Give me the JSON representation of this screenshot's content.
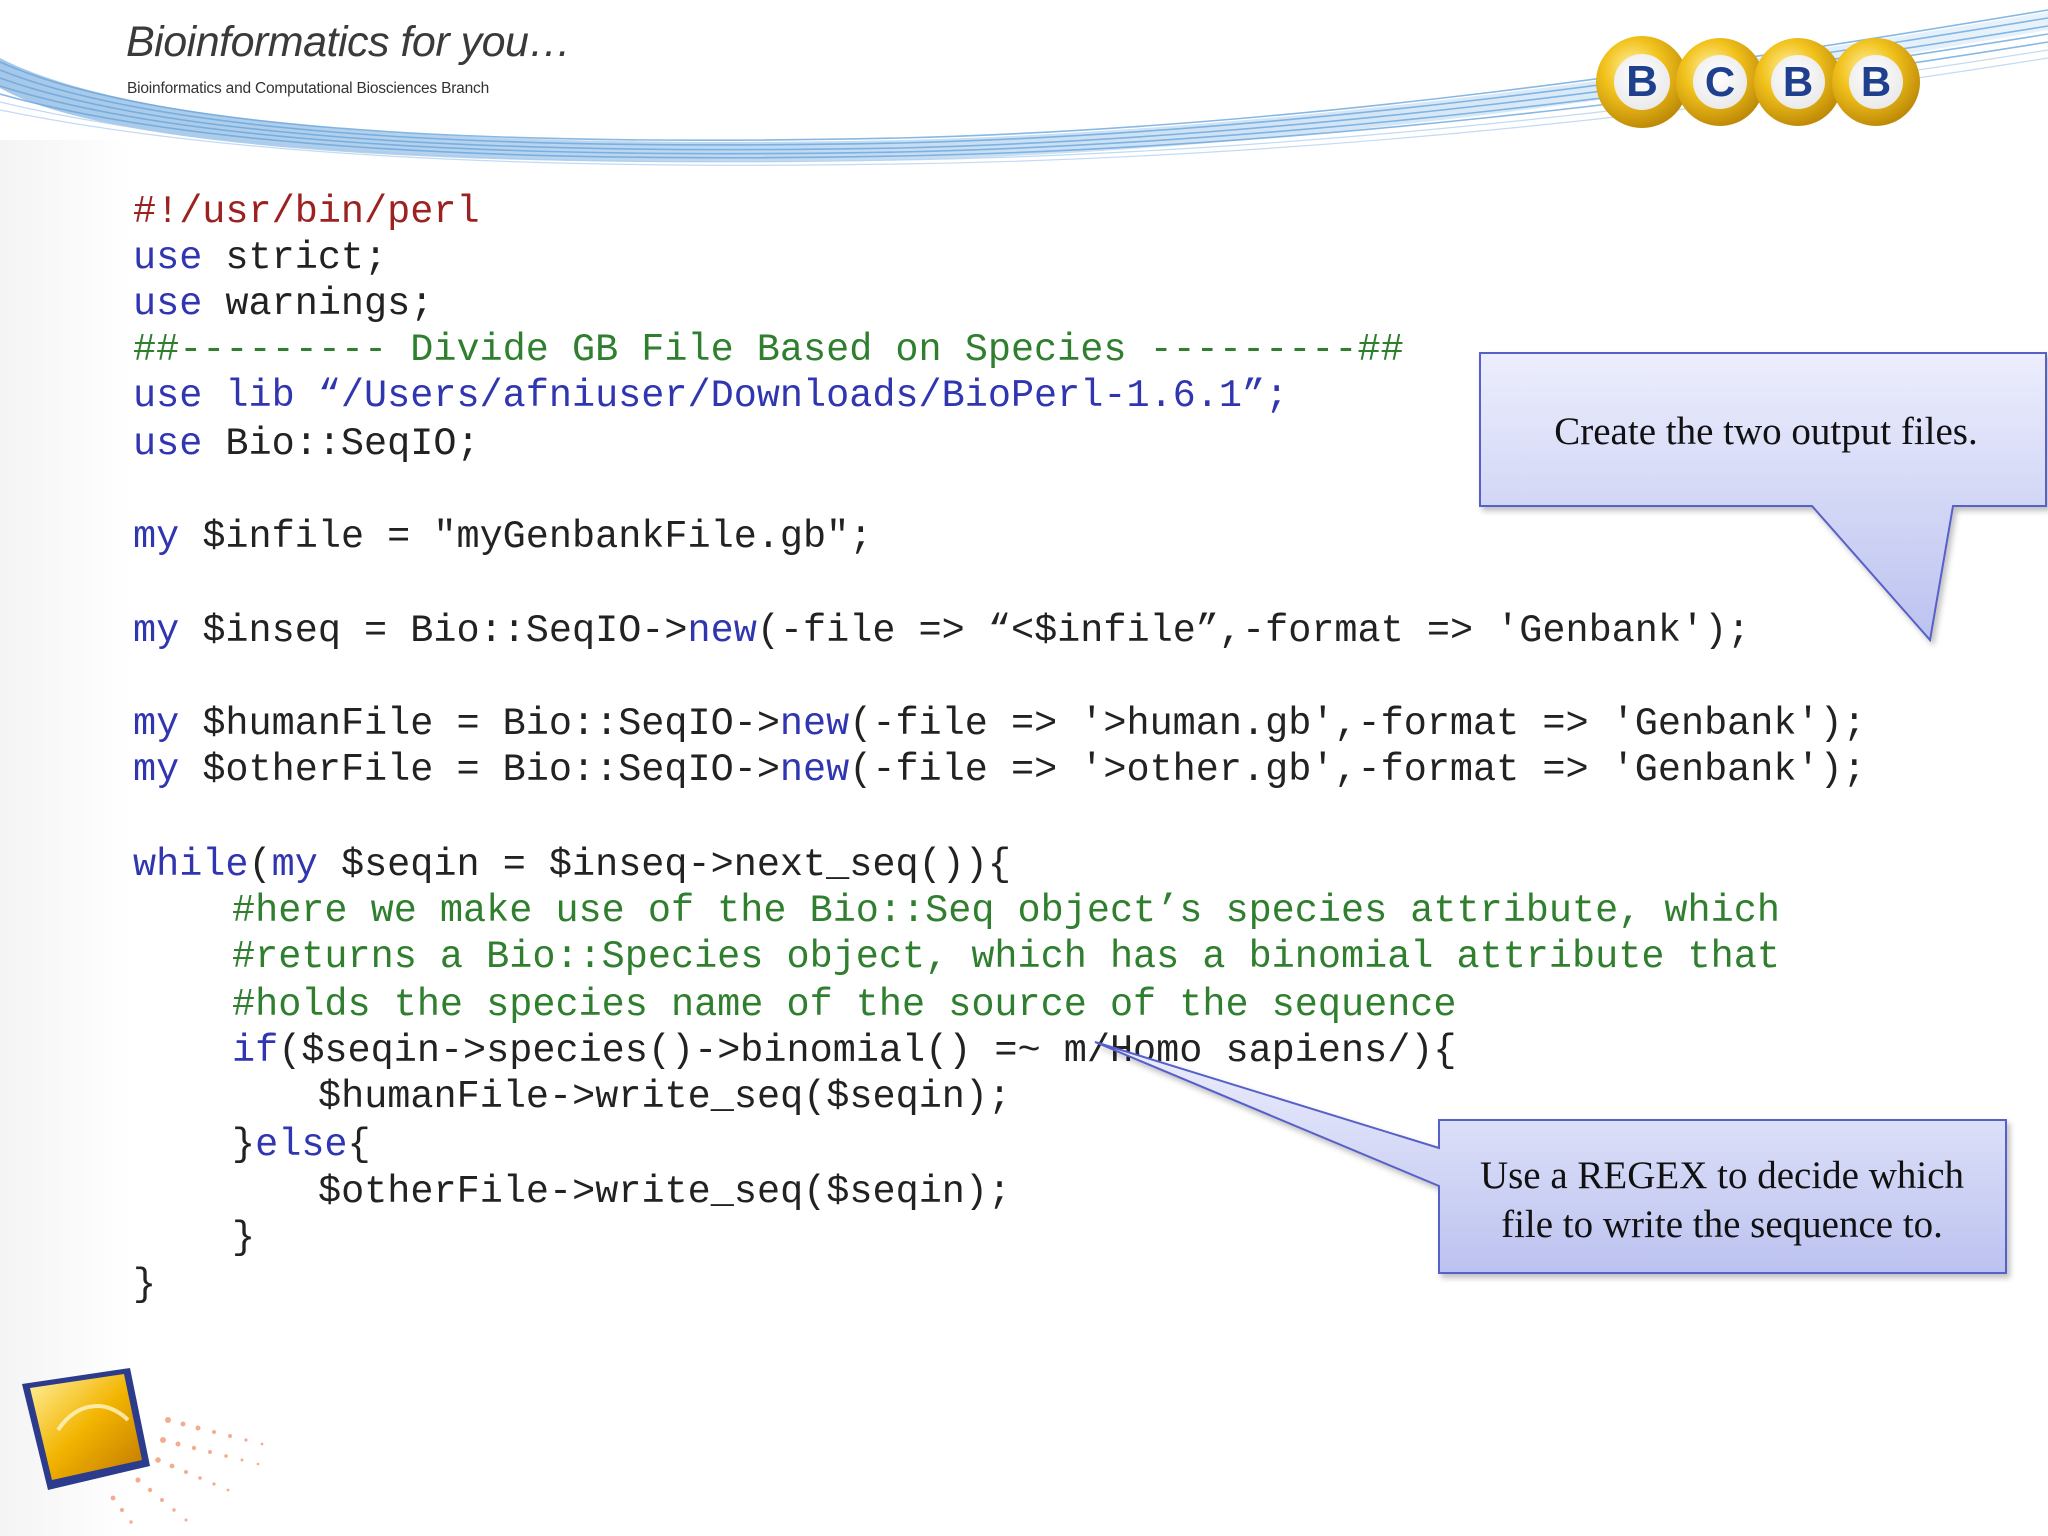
{
  "header": {
    "title": "Bioinformatics for you…",
    "subtitle": "Bioinformatics and Computational Biosciences Branch",
    "logo_letters": [
      "B",
      "C",
      "B",
      "B"
    ]
  },
  "colors": {
    "keyword": "#3035b0",
    "comment": "#2f7f2f",
    "shebang": "#9c2222",
    "code_text": "#222222",
    "callout_fill": "#c8cdf3",
    "callout_border": "#5660c8",
    "logo_gold": "#e6b10c",
    "logo_letter": "#1f3f8f"
  },
  "code": {
    "shebang": "#!/usr/bin/perl",
    "l2_kw": "use",
    "l2_rest": " strict;",
    "l3_kw": "use",
    "l3_rest": " warnings;",
    "l4_comment": "##--------- Divide GB File Based on Species ---------##",
    "l5_kw": "use lib “/Users/afniuser/Downloads/BioPerl-1.6.1”;",
    "l6_kw": "use",
    "l6_rest": " Bio::SeqIO;",
    "l7_kw": "my",
    "l7_rest": " $infile = \"myGenbankFile.gb\";",
    "l8_kw": "my",
    "l8_a": " $inseq = Bio::SeqIO->",
    "l8_new": "new",
    "l8_b": "(-file => “<$infile”,-format => 'Genbank');",
    "l9_kw": "my",
    "l9_a": " $humanFile = Bio::SeqIO->",
    "l9_new": "new",
    "l9_b": "(-file => '>human.gb',-format => 'Genbank');",
    "l10_kw": "my",
    "l10_a": " $otherFile = Bio::SeqIO->",
    "l10_new": "new",
    "l10_b": "(-file => '>other.gb',-format => 'Genbank');",
    "l11_while": "while",
    "l11_a": "(",
    "l11_my": "my",
    "l11_b": " $seqin = $inseq->next_seq()){",
    "l12_comment": "#here we make use of the Bio::Seq object’s species attribute, which",
    "l13_comment": "#returns a Bio::Species object, which has a binomial attribute that",
    "l14_comment": "#holds the species name of the source of the sequence",
    "l15_if": "if",
    "l15_rest": "($seqin->species()->binomial() =~ m/Homo sapiens/){",
    "l16": "$humanFile->write_seq($seqin);",
    "l17_a": "}",
    "l17_else": "else",
    "l17_b": "{",
    "l18": "$otherFile->write_seq($seqin);",
    "l19": "}",
    "l20": "}"
  },
  "callouts": {
    "top": "Create the two output files.",
    "bottom_line1": "Use a REGEX to decide which",
    "bottom_line2": "file to write the sequence to."
  }
}
